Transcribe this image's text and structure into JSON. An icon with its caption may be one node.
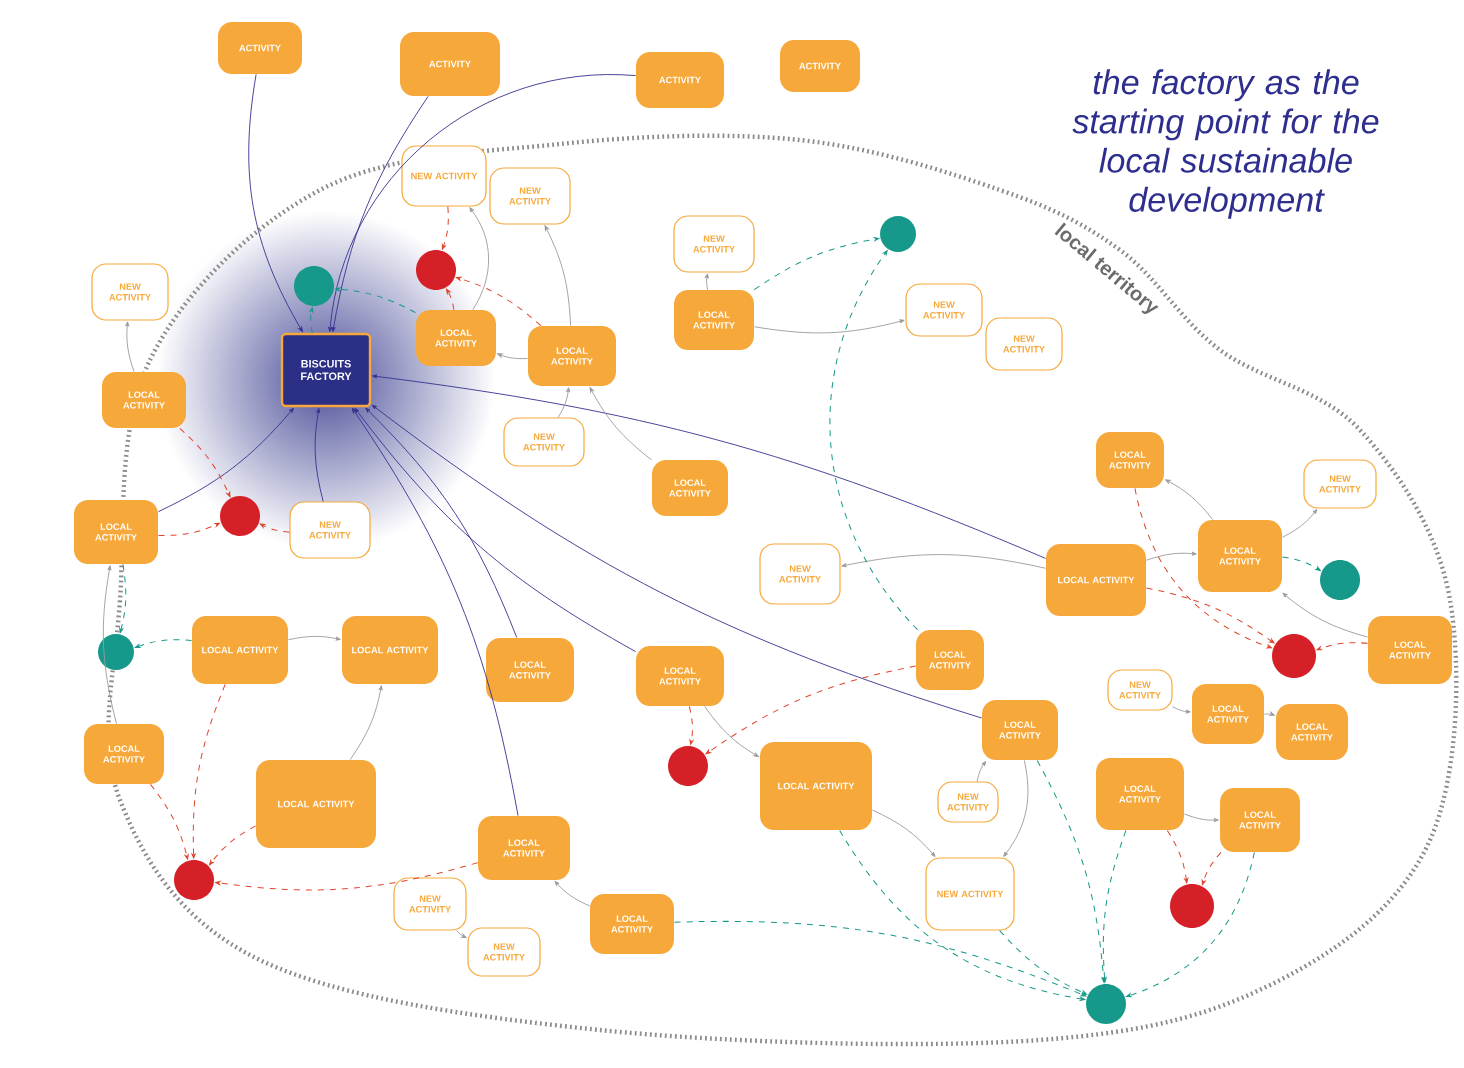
{
  "diagram": {
    "title": "the factory as the starting point for the local sustainable development",
    "nodes": [
      {
        "text": [
          "ACTIVITY"
        ]
      },
      {
        "text": [
          "ACTIVITY"
        ]
      },
      {
        "text": [
          "ACTIVITY"
        ]
      },
      {
        "text": [
          "ACTIVITY"
        ]
      },
      {
        "text": [
          "NEW ACTIVITY"
        ]
      },
      {
        "text": [
          "NEW ACTIVITY"
        ]
      },
      {
        "text": [
          "NEW ACTIVITY"
        ]
      },
      {
        "text": [
          "NEW ACTIVITY"
        ]
      },
      {
        "text": [
          "NEW ACTIVITY"
        ]
      },
      {
        "text": [
          "NEW ACTIVITY"
        ]
      },
      {
        "text": [
          "BISCUITS FACTORY"
        ]
      },
      {
        "text": [
          "LOCAL ACTIVITY"
        ]
      },
      {
        "text": [
          "LOCAL ACTIVITY"
        ]
      },
      {
        "text": [
          "LOCAL ACTIVITY"
        ]
      },
      {
        "text": [
          "LOCAL ACTIVITY"
        ]
      },
      {
        "text": [
          "LOCAL ACTIVITY"
        ]
      },
      {
        "text": [
          "NEW ACTIVITY"
        ]
      },
      {
        "text": [
          "LOCAL ACTIVITY"
        ]
      },
      {
        "text": [
          "NEW ACTIVITY"
        ]
      },
      {
        "text": [
          "LOCAL ACTIVITY"
        ]
      },
      {
        "text": [
          "NEW ACTIVITY"
        ]
      },
      {
        "text": [
          "NEW ACTIVITY"
        ]
      },
      {
        "text": [
          "LOCAL ACTIVITY"
        ]
      },
      {
        "text": [
          "LOCAL ACTIVITY"
        ]
      },
      {
        "text": [
          "LOCAL ACTIVITY"
        ]
      },
      {
        "text": [
          "LOCAL ACTIVITY"
        ]
      },
      {
        "text": [
          "LOCAL ACTIVITY"
        ]
      },
      {
        "text": [
          "LOCAL ACTIVITY"
        ]
      },
      {
        "text": [
          "LOCAL ACTIVITY"
        ]
      },
      {
        "text": [
          "LOCAL ACTIVITY"
        ]
      },
      {
        "text": [
          "LOCAL ACTIVITY"
        ]
      },
      {
        "text": [
          "LOCAL ACTIVITY"
        ]
      },
      {
        "text": [
          "LOCAL ACTIVITY"
        ]
      },
      {
        "text": [
          "NEW ACTIVITY"
        ]
      },
      {
        "text": [
          "LOCAL ACTIVITY"
        ]
      },
      {
        "text": [
          "NEW ACTIVITY"
        ]
      },
      {
        "text": [
          "LOCAL ACTIVITY"
        ]
      },
      {
        "text": [
          "LOCAL ACTIVITY"
        ]
      },
      {
        "text": [
          "LOCAL ACTIVITY"
        ]
      },
      {
        "text": [
          "LOCAL ACTIVITY"
        ]
      },
      {
        "text": [
          "LOCAL ACTIVITY"
        ]
      },
      {
        "text": [
          "NEW ACTIVITY"
        ]
      },
      {
        "text": [
          "NEW ACTIVITY"
        ]
      },
      {
        "text": [
          "LOCAL ACTIVITY"
        ]
      },
      {
        "text": [
          "NEW ACTIVITY"
        ]
      },
      {
        "text": [],
        "shape": "circle"
      },
      {
        "text": [],
        "shape": "circle"
      },
      {
        "text": [],
        "shape": "circle"
      },
      {
        "text": [],
        "shape": "circle"
      },
      {
        "text": [],
        "shape": "circle"
      },
      {
        "text": [],
        "shape": "circle"
      },
      {
        "text": [],
        "shape": "circle"
      },
      {
        "text": [],
        "shape": "circle"
      },
      {
        "text": [],
        "shape": "circle"
      },
      {
        "text": [],
        "shape": "circle"
      },
      {
        "text": [],
        "shape": "circle"
      }
    ],
    "edges": [
      {
        "from": 0,
        "to": 10,
        "arrow": "to",
        "color": "#35338f"
      },
      {
        "from": 1,
        "to": 10,
        "arrow": "to",
        "color": "#35338f"
      },
      {
        "from": 2,
        "to": 10,
        "arrow": "to",
        "color": "#35338f"
      },
      {
        "from": 19,
        "to": 10,
        "arrow": "to",
        "color": "#35338f"
      },
      {
        "from": 20,
        "to": 10,
        "arrow": "to",
        "color": "#35338f"
      },
      {
        "from": 26,
        "to": 10,
        "arrow": "to",
        "color": "#35338f"
      },
      {
        "from": 27,
        "to": 10,
        "arrow": "to",
        "color": "#35338f"
      },
      {
        "from": 40,
        "to": 10,
        "arrow": "to",
        "color": "#35338f"
      },
      {
        "from": 22,
        "to": 10,
        "arrow": "to",
        "color": "#35338f"
      },
      {
        "from": 34,
        "to": 10,
        "arrow": "to",
        "color": "#35338f"
      },
      {
        "from": 11,
        "to": 4,
        "arrow": "to"
      },
      {
        "from": 12,
        "to": 5,
        "arrow": "to"
      },
      {
        "from": 13,
        "to": 6,
        "arrow": "to"
      },
      {
        "from": 13,
        "to": 8,
        "arrow": "to"
      },
      {
        "from": 15,
        "to": 12,
        "arrow": "to"
      },
      {
        "from": 16,
        "to": 12,
        "arrow": "to"
      },
      {
        "from": 12,
        "to": 11,
        "arrow": "to"
      },
      {
        "from": 23,
        "to": 18,
        "arrow": "to"
      },
      {
        "from": 22,
        "to": 23,
        "arrow": "to"
      },
      {
        "from": 23,
        "to": 17,
        "arrow": "to"
      },
      {
        "from": 29,
        "to": 23,
        "arrow": "to"
      },
      {
        "from": 22,
        "to": 21,
        "arrow": "to"
      },
      {
        "from": 36,
        "to": 37,
        "arrow": "to"
      },
      {
        "from": 38,
        "to": 39,
        "arrow": "to"
      },
      {
        "from": 32,
        "to": 44,
        "arrow": "to"
      },
      {
        "from": 34,
        "to": 44,
        "arrow": "to"
      },
      {
        "from": 24,
        "to": 25,
        "arrow": "to"
      },
      {
        "from": 31,
        "to": 25,
        "arrow": "to"
      },
      {
        "from": 30,
        "to": 19,
        "arrow": "to"
      },
      {
        "from": 41,
        "to": 42,
        "arrow": "to"
      },
      {
        "from": 43,
        "to": 40,
        "arrow": "to"
      },
      {
        "from": 27,
        "to": 32,
        "arrow": "to"
      },
      {
        "from": 33,
        "to": 34,
        "arrow": "to"
      },
      {
        "from": 35,
        "to": 36,
        "arrow": "to"
      },
      {
        "from": 14,
        "to": 7,
        "arrow": "to"
      },
      {
        "from": 11,
        "to": 45,
        "arrow": "to",
        "style": "dashed",
        "color": "#e0452c"
      },
      {
        "from": 4,
        "to": 45,
        "arrow": "to",
        "style": "dashed",
        "color": "#e0452c"
      },
      {
        "from": 12,
        "to": 45,
        "arrow": "to",
        "style": "dashed",
        "color": "#e0452c"
      },
      {
        "from": 14,
        "to": 46,
        "arrow": "to",
        "style": "dashed",
        "color": "#e0452c"
      },
      {
        "from": 19,
        "to": 46,
        "arrow": "to",
        "style": "dashed",
        "color": "#e0452c"
      },
      {
        "from": 20,
        "to": 46,
        "arrow": "to",
        "style": "dashed",
        "color": "#e0452c"
      },
      {
        "from": 24,
        "to": 47,
        "arrow": "to",
        "style": "dashed",
        "color": "#e0452c"
      },
      {
        "from": 30,
        "to": 47,
        "arrow": "to",
        "style": "dashed",
        "color": "#e0452c"
      },
      {
        "from": 31,
        "to": 47,
        "arrow": "to",
        "style": "dashed",
        "color": "#e0452c"
      },
      {
        "from": 40,
        "to": 47,
        "arrow": "to",
        "style": "dashed",
        "color": "#e0452c"
      },
      {
        "from": 28,
        "to": 48,
        "arrow": "to",
        "style": "dashed",
        "color": "#e0452c"
      },
      {
        "from": 27,
        "to": 48,
        "arrow": "to",
        "style": "dashed",
        "color": "#e0452c"
      },
      {
        "from": 17,
        "to": 49,
        "arrow": "to",
        "style": "dashed",
        "color": "#e0452c"
      },
      {
        "from": 22,
        "to": 49,
        "arrow": "to",
        "style": "dashed",
        "color": "#e0452c"
      },
      {
        "from": 29,
        "to": 49,
        "arrow": "to",
        "style": "dashed",
        "color": "#e0452c"
      },
      {
        "from": 38,
        "to": 50,
        "arrow": "to",
        "style": "dashed",
        "color": "#e0452c"
      },
      {
        "from": 39,
        "to": 50,
        "arrow": "to",
        "style": "dashed",
        "color": "#e0452c"
      },
      {
        "from": 10,
        "to": 51,
        "arrow": "to",
        "style": "dashed",
        "color": "#16998a"
      },
      {
        "from": 11,
        "to": 51,
        "arrow": "to",
        "style": "dashed",
        "color": "#16998a"
      },
      {
        "from": 13,
        "to": 52,
        "arrow": "to",
        "style": "dashed",
        "color": "#16998a"
      },
      {
        "from": 28,
        "to": 52,
        "arrow": "to",
        "style": "dashed",
        "color": "#16998a"
      },
      {
        "from": 19,
        "to": 53,
        "arrow": "to",
        "style": "dashed",
        "color": "#16998a"
      },
      {
        "from": 24,
        "to": 53,
        "arrow": "to",
        "style": "dashed",
        "color": "#16998a"
      },
      {
        "from": 23,
        "to": 54,
        "arrow": "to",
        "style": "dashed",
        "color": "#16998a"
      },
      {
        "from": 32,
        "to": 55,
        "arrow": "to",
        "style": "dashed",
        "color": "#16998a"
      },
      {
        "from": 34,
        "to": 55,
        "arrow": "to",
        "style": "dashed",
        "color": "#16998a"
      },
      {
        "from": 38,
        "to": 55,
        "arrow": "to",
        "style": "dashed",
        "color": "#16998a"
      },
      {
        "from": 39,
        "to": 55,
        "arrow": "to",
        "style": "dashed",
        "color": "#16998a"
      },
      {
        "from": 44,
        "to": 55,
        "arrow": "to",
        "style": "dashed",
        "color": "#16998a"
      },
      {
        "from": 43,
        "to": 55,
        "arrow": "to",
        "style": "dashed",
        "color": "#16998a"
      }
    ],
    "labels": [
      "local territory"
    ]
  }
}
